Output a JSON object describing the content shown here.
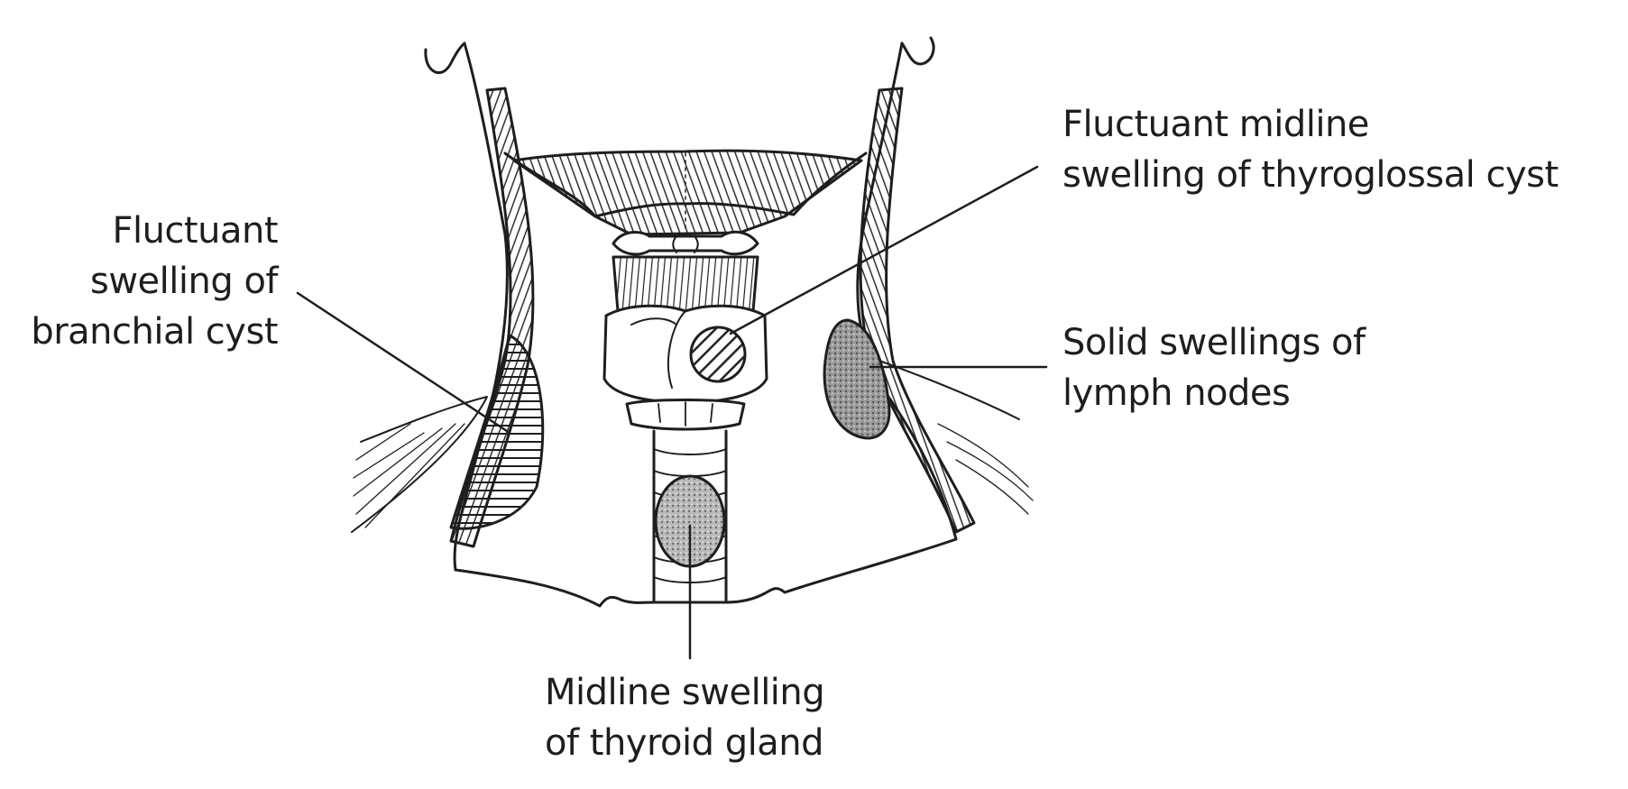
{
  "colors": {
    "ink": "#1e1e1e",
    "background": "#ffffff",
    "shading": "#8a8a8a"
  },
  "labels": {
    "branchial": [
      "Fluctuant",
      "swelling of",
      "branchial cyst"
    ],
    "thyroglossal": [
      "Fluctuant midline",
      "swelling of thyroglossal cyst"
    ],
    "lymph": [
      "Solid swellings of",
      "lymph nodes"
    ],
    "thyroid": [
      "Midline swelling",
      "of thyroid gland"
    ]
  }
}
